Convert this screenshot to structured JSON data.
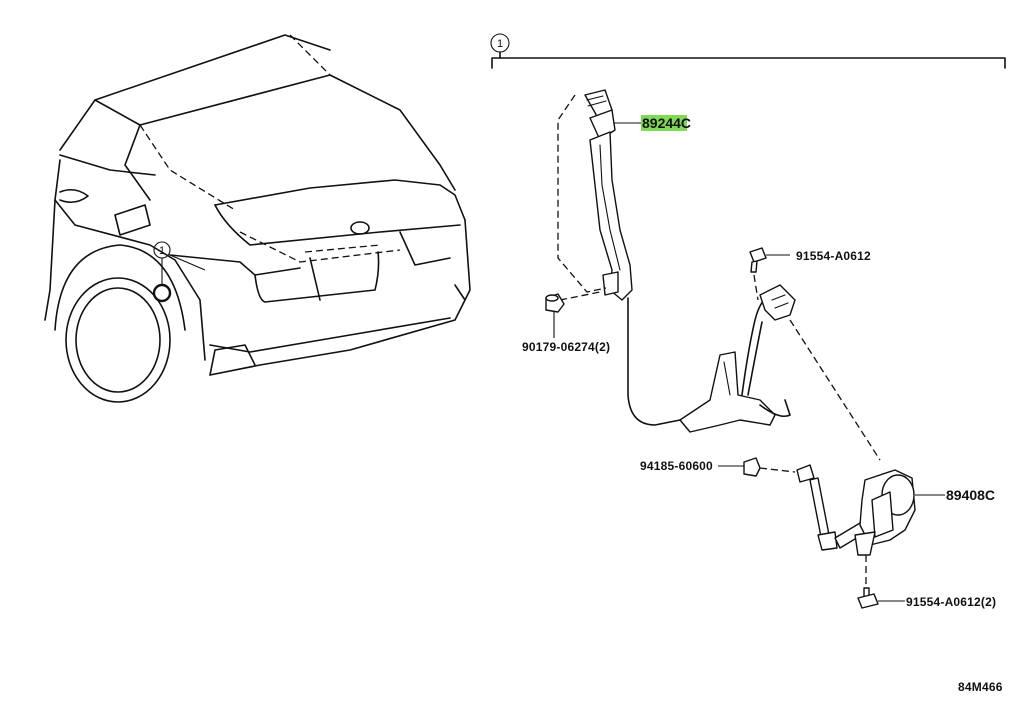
{
  "callout_ref": "1",
  "parts": {
    "p1": {
      "number": "89244C",
      "highlight": "#7ed957"
    },
    "p2": {
      "number": "91554-A0612"
    },
    "p3": {
      "number": "90179-06274(2)"
    },
    "p4": {
      "number": "94185-60600"
    },
    "p5": {
      "number": "89408C"
    },
    "p6": {
      "number": "91554-A0612(2)"
    }
  },
  "diagram_code": "84M466"
}
